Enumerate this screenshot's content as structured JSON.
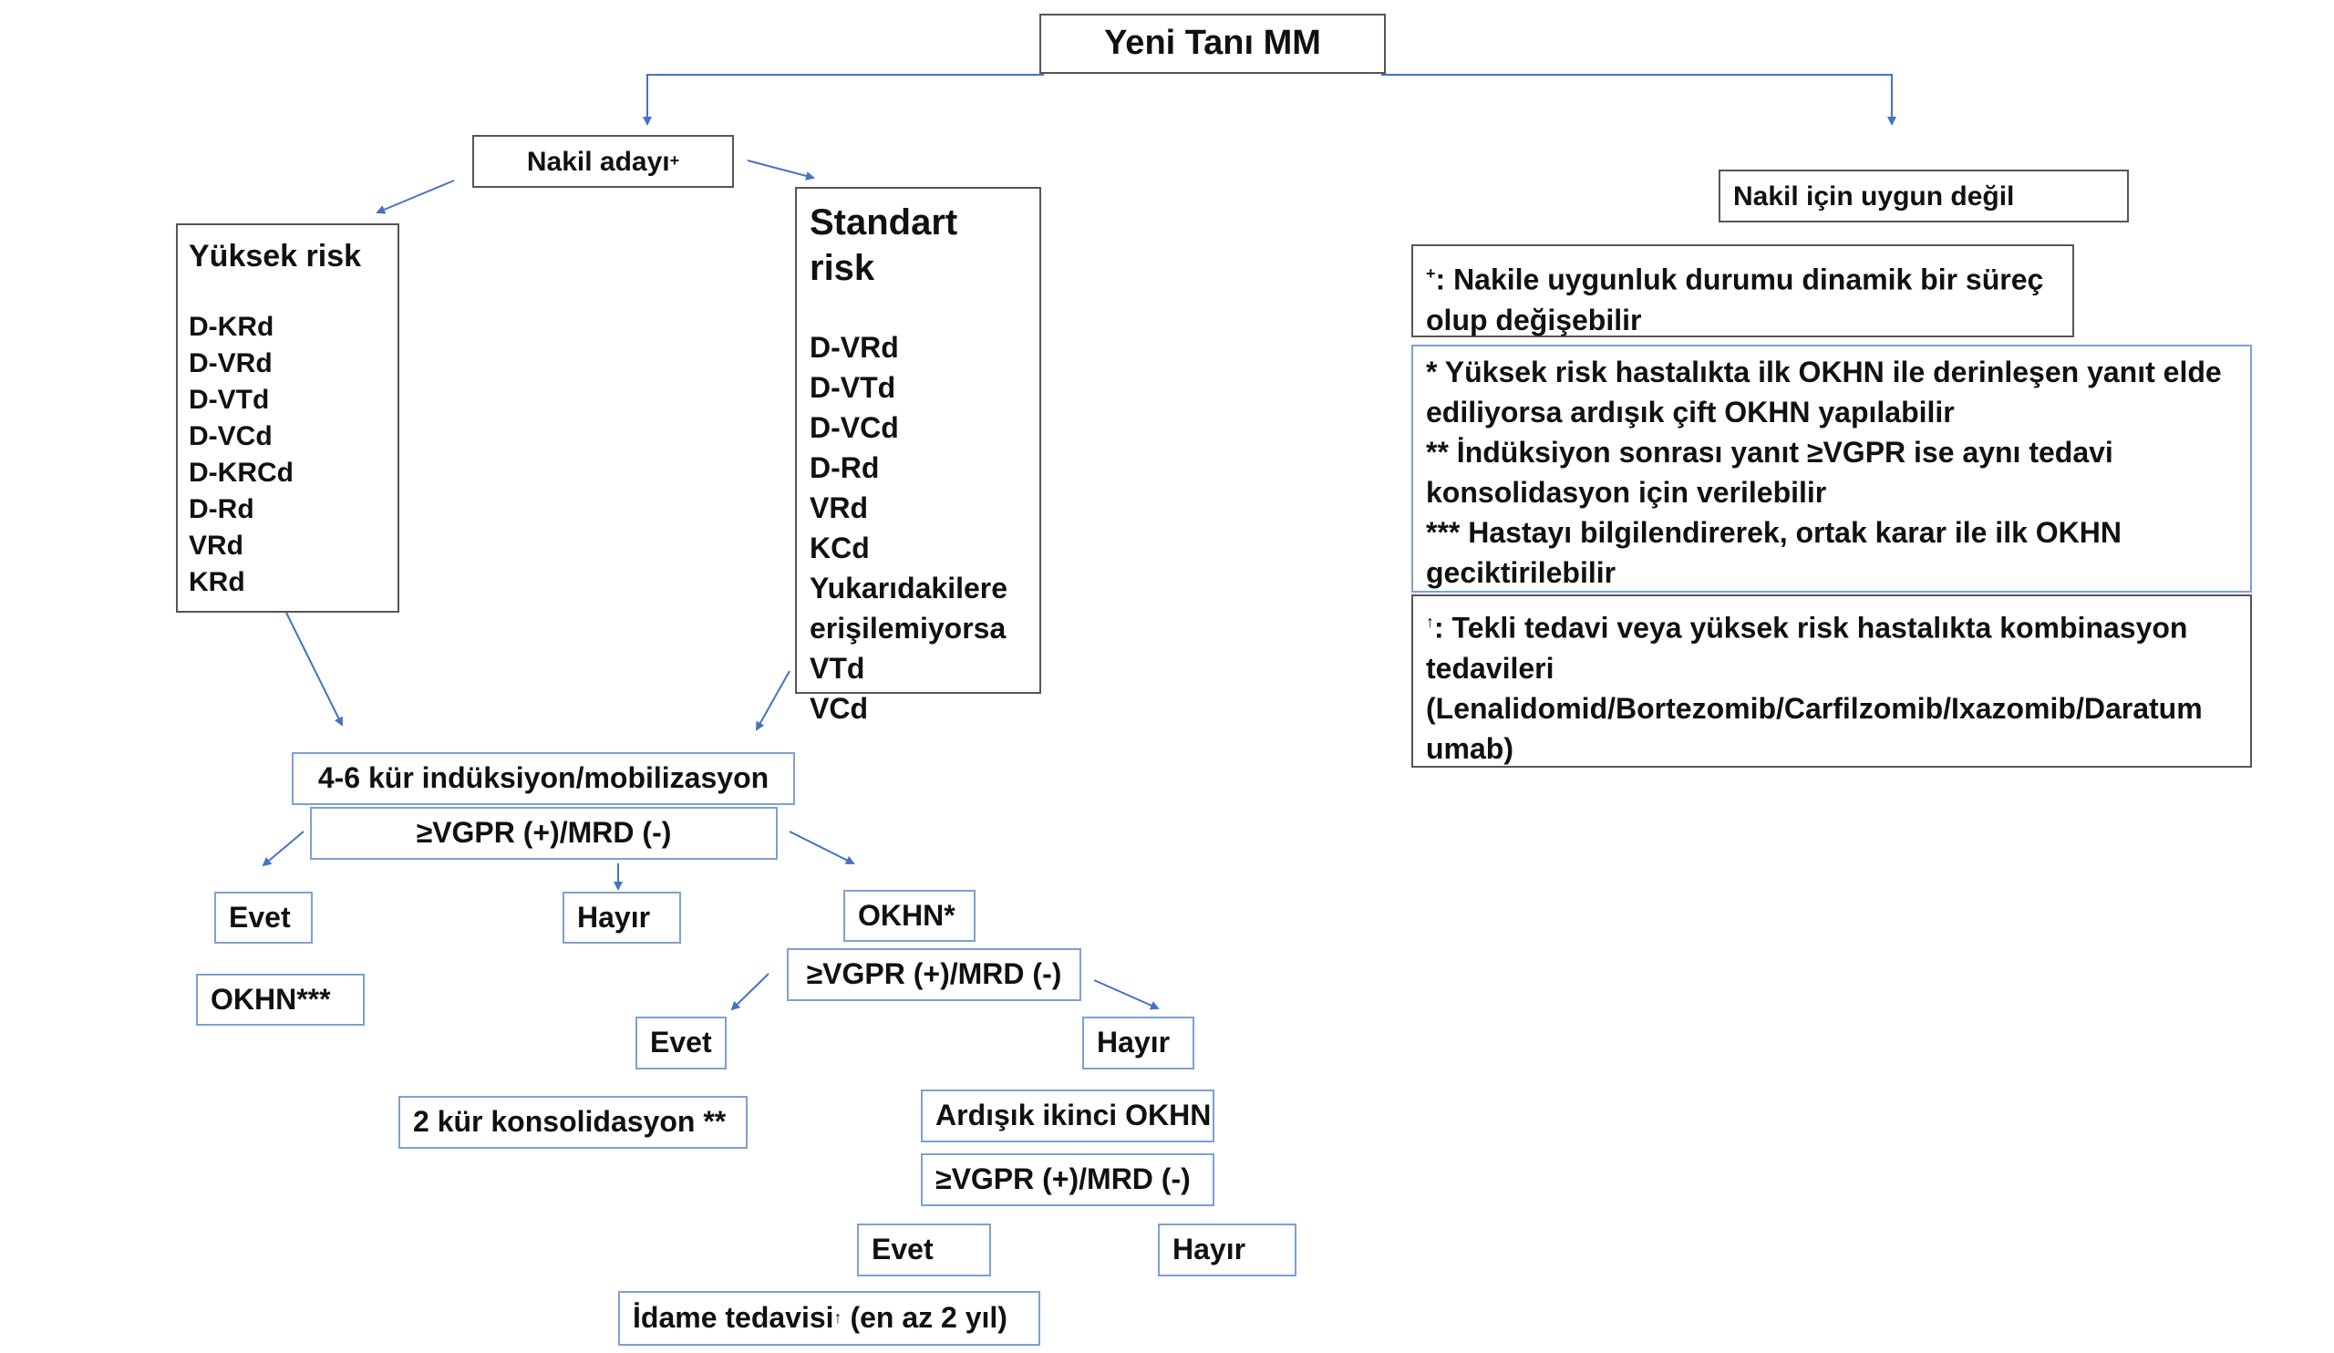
{
  "title": "Yeni Tanı MM",
  "transplant_candidate": {
    "label": "Nakil adayı",
    "mark": "+"
  },
  "not_eligible": "Nakil için uygun değil",
  "high_risk": {
    "title": "Yüksek risk",
    "items": [
      "D-KRd",
      "D-VRd",
      "D-VTd",
      "D-VCd",
      "D-KRCd",
      "D-Rd",
      "VRd",
      "KRd"
    ]
  },
  "standard_risk": {
    "title": "Standart risk",
    "items": [
      "D-VRd",
      "D-VTd",
      "D-VCd",
      "D-Rd",
      "VRd",
      "KCd",
      "Yukarıdakilere",
      "erişilemiyorsa",
      "VTd",
      "VCd"
    ]
  },
  "induction": "4-6 kür indüksiyon/mobilizasyon",
  "response_1": "≥VGPR (+)/MRD (-)",
  "yes_1": "Evet",
  "no_1": "Hayır",
  "okhn_star": "OKHN*",
  "okhn_3star": "OKHN***",
  "response_2": "≥VGPR (+)/MRD (-)",
  "yes_2": "Evet",
  "no_2": "Hayır",
  "consolidation": "2 kür konsolidasyon **",
  "second_okhn": "Ardışık ikinci OKHN",
  "response_3": "≥VGPR (+)/MRD (-)",
  "yes_3": "Evet",
  "no_3": "Hayır",
  "maintenance": {
    "label": "İdame tedavisi",
    "mark": "↑",
    "suffix": " (en az 2 yıl)"
  },
  "notes": {
    "plus": {
      "mark": "+",
      "lines": [
        ": Nakile uygunluk durumu dinamik bir süreç",
        "olup değişebilir"
      ]
    },
    "stars": {
      "lines": [
        "* Yüksek risk hastalıkta ilk OKHN ile derinleşen yanıt elde",
        "ediliyorsa ardışık çift OKHN yapılabilir",
        "** İndüksiyon sonrası yanıt ≥VGPR ise aynı tedavi",
        "konsolidasyon için verilebilir",
        "*** Hastayı bilgilendirerek, ortak karar ile ilk OKHN",
        "geciktirilebilir"
      ]
    },
    "dagger": {
      "mark": "↑",
      "lines": [
        ": Tekli tedavi veya yüksek risk hastalıkta kombinasyon",
        "tedavileri",
        "(Lenalidomid/Bortezomib/Carfilzomib/Ixazomib/Daratum",
        "umab)"
      ]
    }
  },
  "colors": {
    "arrow": "#4472c4",
    "box_border_blue": "#7f9fd4",
    "box_border_gray": "#555555"
  }
}
